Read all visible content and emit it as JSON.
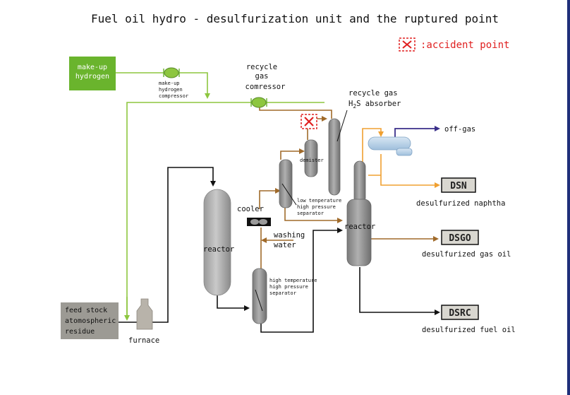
{
  "title": "Fuel oil hydro - desulfurization unit and the ruptured point",
  "legend": {
    "label": ":accident point",
    "color": "#e02020"
  },
  "feeds": {
    "makeup_hydrogen": "make-up\nhydrogen",
    "feed_stock": "feed stock\natomospheric\nresidue"
  },
  "equipment": {
    "makeup_compressor": "make-up\nhydrogen\ncompressor",
    "recycle_compressor": "recycle\ngas\ncomressor",
    "h2s_absorber_line1": "recycle gas",
    "h2s_absorber_line2_h": "H",
    "h2s_absorber_line2_sub": "2",
    "h2s_absorber_line2_rest": "S absorber",
    "demister": "demister",
    "lt_separator": "low tenperature\nhigh pressure\nseparator",
    "ht_separator": "high temperature\nhigh pressure\nseparator",
    "cooler": "cooler",
    "washing_water": "washing\nwater",
    "reactor_left": "reactor",
    "reactor_right": "reactor",
    "furnace": "furnace"
  },
  "streams": {
    "off_gas": "off-gas"
  },
  "products": [
    {
      "code": "DSN",
      "label": "desulfurized naphtha"
    },
    {
      "code": "DSGO",
      "label": "desulfurized gas oil"
    },
    {
      "code": "DSRC",
      "label": "desulfurized fuel oil"
    }
  ],
  "colors": {
    "hydrogen_line": "#8dc63f",
    "process_line": "#a06a2a",
    "product_line": "#f0a030",
    "offgas_line": "#3a2f8a",
    "main_line": "#111111",
    "vessel_gray": "#a8a8a8",
    "absorber_gray": "#8f8f8f",
    "green_box": "#6ab42d",
    "feed_box": "#9c9a94",
    "product_box": "#d9d7d0",
    "accident": "#e02020"
  }
}
